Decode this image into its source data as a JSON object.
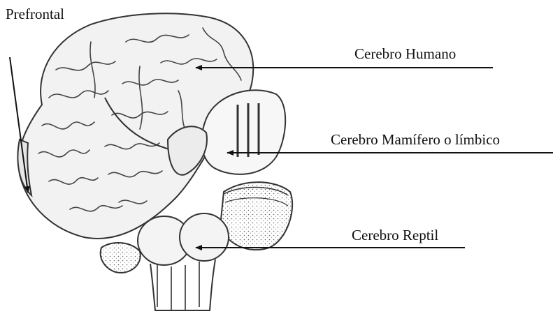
{
  "labels": {
    "prefrontal": "Prefrontal",
    "humano": "Cerebro Humano",
    "mamifero": "Cerebro Mamífero o límbico",
    "reptil": "Cerebro Reptil"
  }
}
